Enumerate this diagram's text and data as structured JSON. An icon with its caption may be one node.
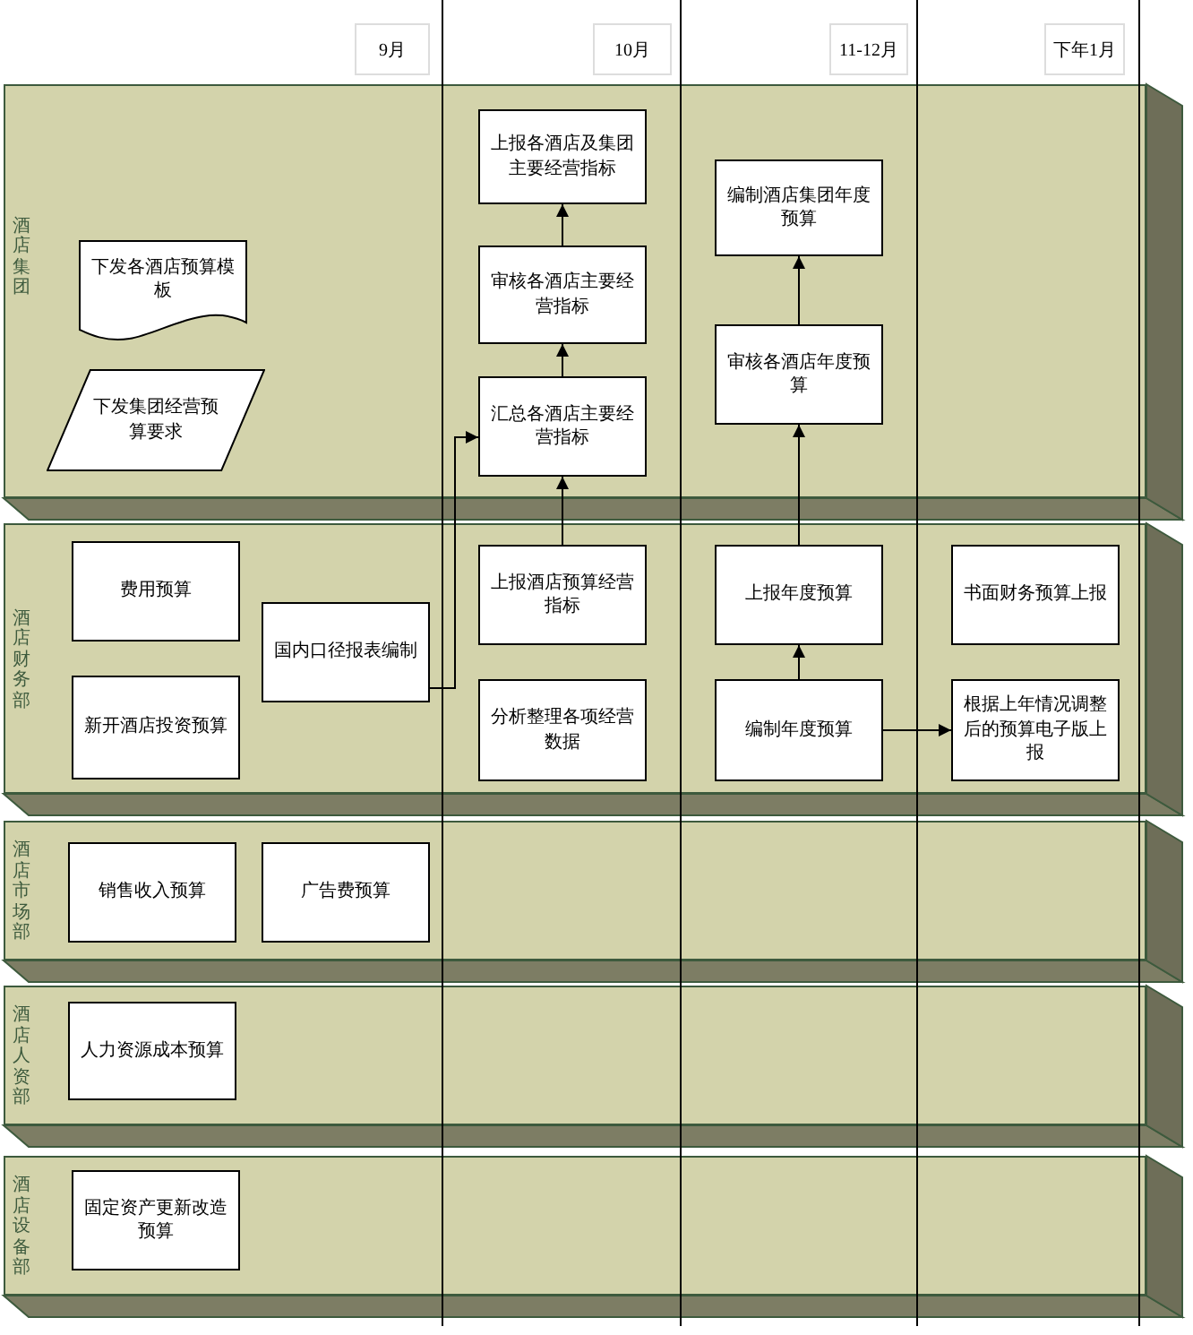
{
  "diagram": {
    "nodes": [
      {
        "text": [
          "9月"
        ]
      },
      {
        "text": [
          "10月"
        ]
      },
      {
        "text": [
          "11-12月"
        ]
      },
      {
        "text": [
          "下年1月"
        ]
      },
      {
        "text": [
          "酒店集团"
        ]
      },
      {
        "text": [
          "下发各酒店预算模板"
        ],
        "in": 4
      },
      {
        "text": [
          "下发集团经营预算要求"
        ],
        "in": 4
      },
      {
        "text": [
          "上报各酒店及集团主要经营指标"
        ],
        "in": 4
      },
      {
        "text": [
          "审核各酒店主要经营指标"
        ],
        "in": 4
      },
      {
        "text": [
          "汇总各酒店主要经营指标"
        ],
        "in": 4
      },
      {
        "text": [
          "编制酒店集团年度预算"
        ],
        "in": 4
      },
      {
        "text": [
          "审核各酒店年度预算"
        ],
        "in": 4
      },
      {
        "text": [
          "酒店财务部"
        ]
      },
      {
        "text": [
          "费用预算"
        ],
        "in": 12
      },
      {
        "text": [
          "新开酒店投资预算"
        ],
        "in": 12
      },
      {
        "text": [
          "国内口径报表编制"
        ],
        "in": 12
      },
      {
        "text": [
          "上报酒店预算经营指标"
        ],
        "in": 12
      },
      {
        "text": [
          "分析整理各项经营数据"
        ],
        "in": 12
      },
      {
        "text": [
          "上报年度预算"
        ],
        "in": 12
      },
      {
        "text": [
          "编制年度预算"
        ],
        "in": 12
      },
      {
        "text": [
          "书面财务预算上报"
        ],
        "in": 12
      },
      {
        "text": [
          "根据上年情况调整后的预算电子版上报"
        ],
        "in": 12
      },
      {
        "text": [
          "酒店市场部"
        ]
      },
      {
        "text": [
          "销售收入预算"
        ],
        "in": 22
      },
      {
        "text": [
          "广告费预算"
        ],
        "in": 22
      },
      {
        "text": [
          "酒店人资部"
        ]
      },
      {
        "text": [
          "人力资源成本预算"
        ],
        "in": 25
      },
      {
        "text": [
          "酒店设备部"
        ]
      },
      {
        "text": [
          "固定资产更新改造预算"
        ],
        "in": 27
      }
    ],
    "edges": [
      {
        "from": 15,
        "to": 9,
        "arrow": "to"
      },
      {
        "from": 16,
        "to": 9,
        "arrow": "to"
      },
      {
        "from": 9,
        "to": 8,
        "arrow": "to"
      },
      {
        "from": 8,
        "to": 7,
        "arrow": "to"
      },
      {
        "from": 11,
        "to": 10,
        "arrow": "to"
      },
      {
        "from": 18,
        "to": 11,
        "arrow": "to"
      },
      {
        "from": 19,
        "to": 18,
        "arrow": "to"
      },
      {
        "from": 19,
        "to": 21,
        "arrow": "to"
      }
    ]
  }
}
